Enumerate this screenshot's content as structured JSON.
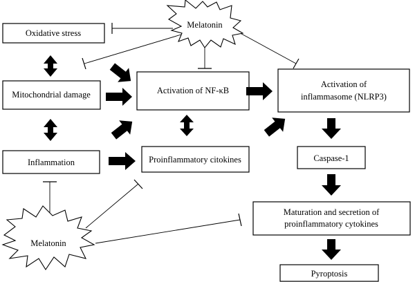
{
  "nodes": {
    "oxidative_stress": "Oxidative stress",
    "mitochondrial_damage": "Mitochondrial damage",
    "inflammation": "Inflammation",
    "nfkb": "Activation of NF-κB",
    "proinflammatory_citokines": "Proinflammatory citokines",
    "nlrp3_line1": "Activation of",
    "nlrp3_line2": "inflammasome (NLRP3)",
    "caspase": "Caspase-1",
    "maturation_line1": "Maturation and secretion of",
    "maturation_line2": "proinflammatory cytokines",
    "pyroptosis": "Pyroptosis",
    "melatonin_top": "Melatonin",
    "melatonin_bottom": "Melatonin"
  }
}
